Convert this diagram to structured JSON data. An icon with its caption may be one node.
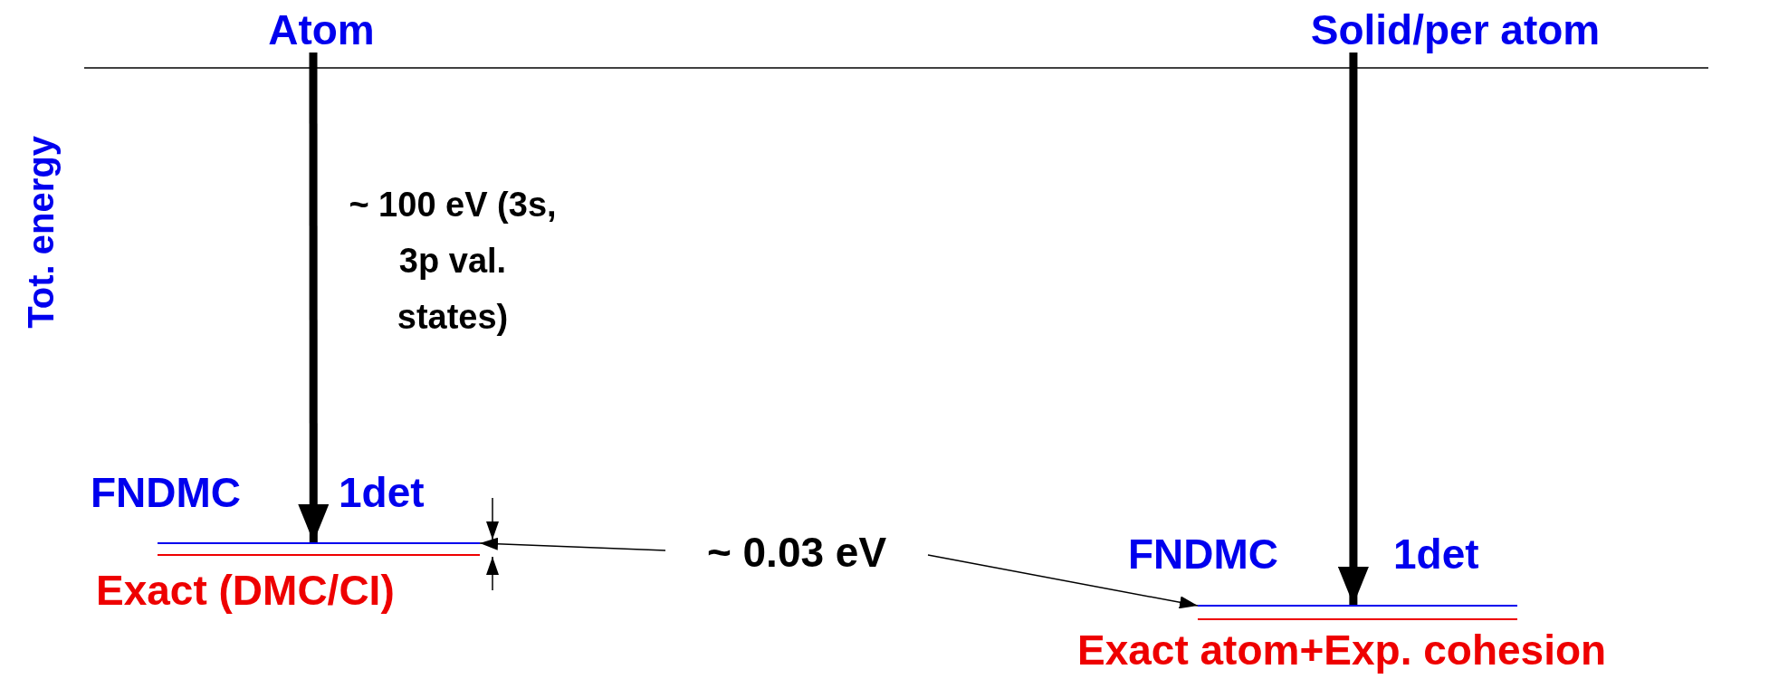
{
  "diagram": {
    "nodes": [
      {
        "text": [
          "Atom"
        ]
      },
      {
        "text": [
          "Solid/per atom"
        ]
      },
      {
        "text": [],
        "shape": "bar",
        "beside": [
          "FNDMC",
          "1det"
        ]
      },
      {
        "text": [],
        "shape": "bar",
        "beside": [
          "Exact (DMC/CI)"
        ]
      },
      {
        "text": [
          "~ 0.03 eV"
        ]
      },
      {
        "text": [],
        "shape": "bar",
        "beside": [
          "FNDMC",
          "1det"
        ]
      },
      {
        "text": [],
        "shape": "bar",
        "beside": [
          "Exact atom+Exp. cohesion"
        ]
      }
    ],
    "edges": [
      {
        "from": 0,
        "to": 2,
        "arrow": "to",
        "label": "~ 100 eV (3s, 3p val. states)",
        "style": "thick"
      },
      {
        "from": 1,
        "to": 5,
        "arrow": "to",
        "style": "thick"
      },
      {
        "from": 4,
        "to": 2,
        "arrow": "to"
      },
      {
        "from": 4,
        "to": 5,
        "arrow": "to"
      }
    ],
    "labels": [
      "Tot. energy"
    ]
  }
}
